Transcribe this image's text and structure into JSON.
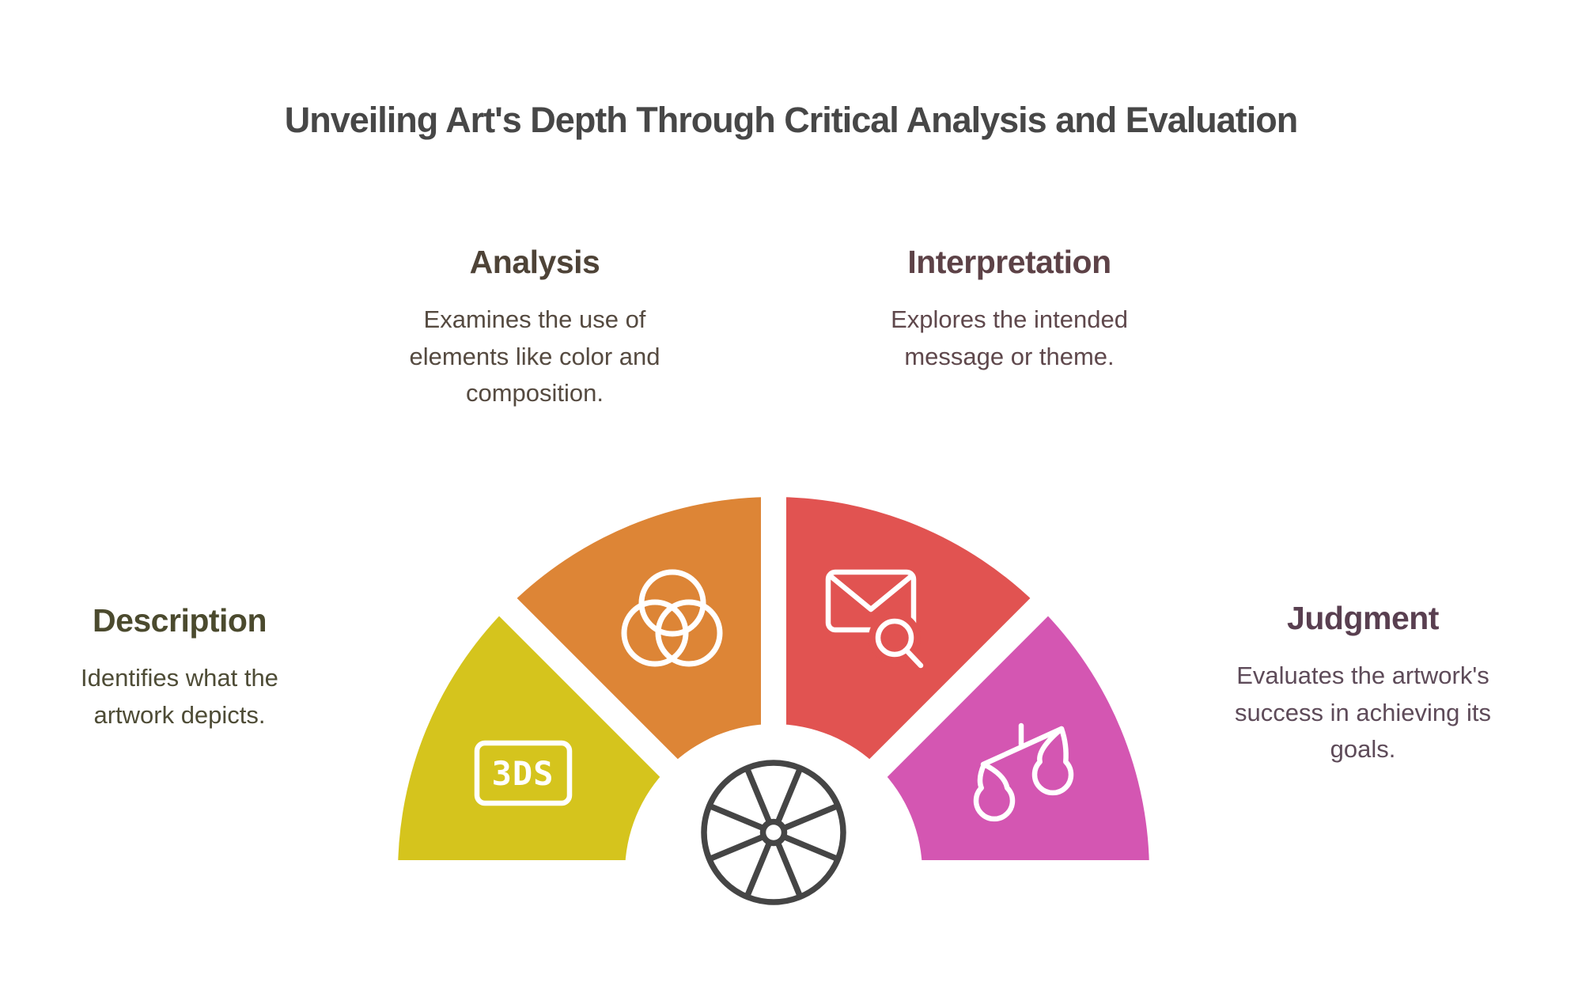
{
  "title": "Unveiling Art's Depth Through Critical Analysis and Evaluation",
  "colors": {
    "background": "#ffffff",
    "title_text": "#474747",
    "separator": "#ffffff",
    "icon_stroke": "#ffffff",
    "wheel_stroke": "#454545"
  },
  "sections": [
    {
      "label": "Description",
      "description": "Identifies what the\nartwork depicts.",
      "wedge_color": "#d5c41d",
      "heading_color": "#4b4a2e",
      "body_color": "#4e4c36",
      "icon": "3ds-badge"
    },
    {
      "label": "Analysis",
      "description": "Examines the use of\nelements like color and\ncomposition.",
      "wedge_color": "#dd8536",
      "heading_color": "#4e4337",
      "body_color": "#554a40",
      "icon": "overlapping-circles"
    },
    {
      "label": "Interpretation",
      "description": "Explores the intended\nmessage or theme.",
      "wedge_color": "#e15351",
      "heading_color": "#5d4247",
      "body_color": "#5f484c",
      "icon": "mail-search"
    },
    {
      "label": "Judgment",
      "description": "Evaluates the artwork's\nsuccess in achieving its\ngoals.",
      "wedge_color": "#d456b2",
      "heading_color": "#593f50",
      "body_color": "#5e4b59",
      "icon": "balance-scale"
    }
  ],
  "badge_label": "3DS",
  "center_icon": "spoked-wheel"
}
